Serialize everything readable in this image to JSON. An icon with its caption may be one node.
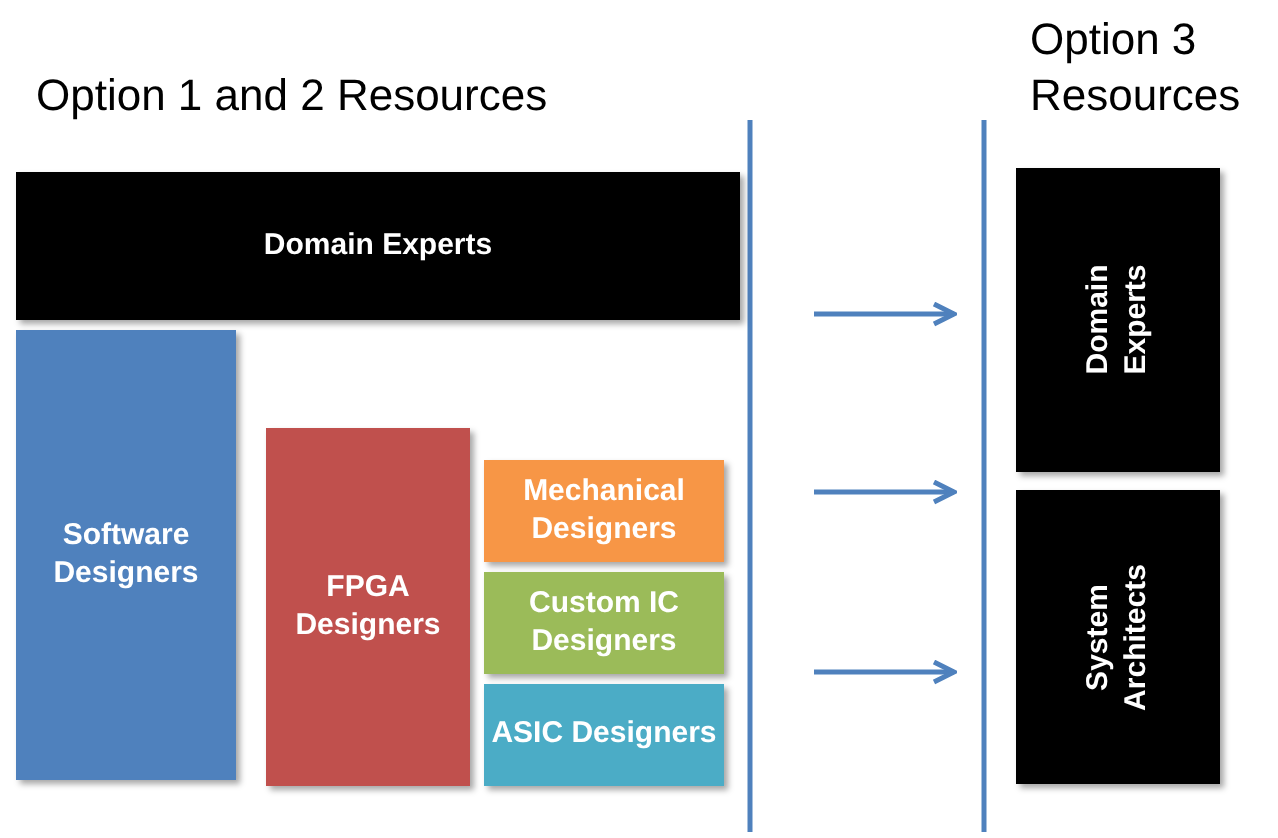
{
  "diagram": {
    "nodes": [
      {
        "text": [
          "Domain Experts"
        ]
      },
      {
        "text": [
          "Software Designers"
        ]
      },
      {
        "text": [
          "FPGA Designers"
        ]
      },
      {
        "text": [
          "Mechanical Designers"
        ]
      },
      {
        "text": [
          "Custom IC Designers"
        ]
      },
      {
        "text": [
          "ASIC Designers"
        ]
      },
      {
        "text": [
          "Domain Experts"
        ]
      },
      {
        "text": [
          "System Architects"
        ]
      }
    ],
    "labels": [
      "Option 1 and 2 Resources",
      "Option 3 Resources"
    ]
  }
}
